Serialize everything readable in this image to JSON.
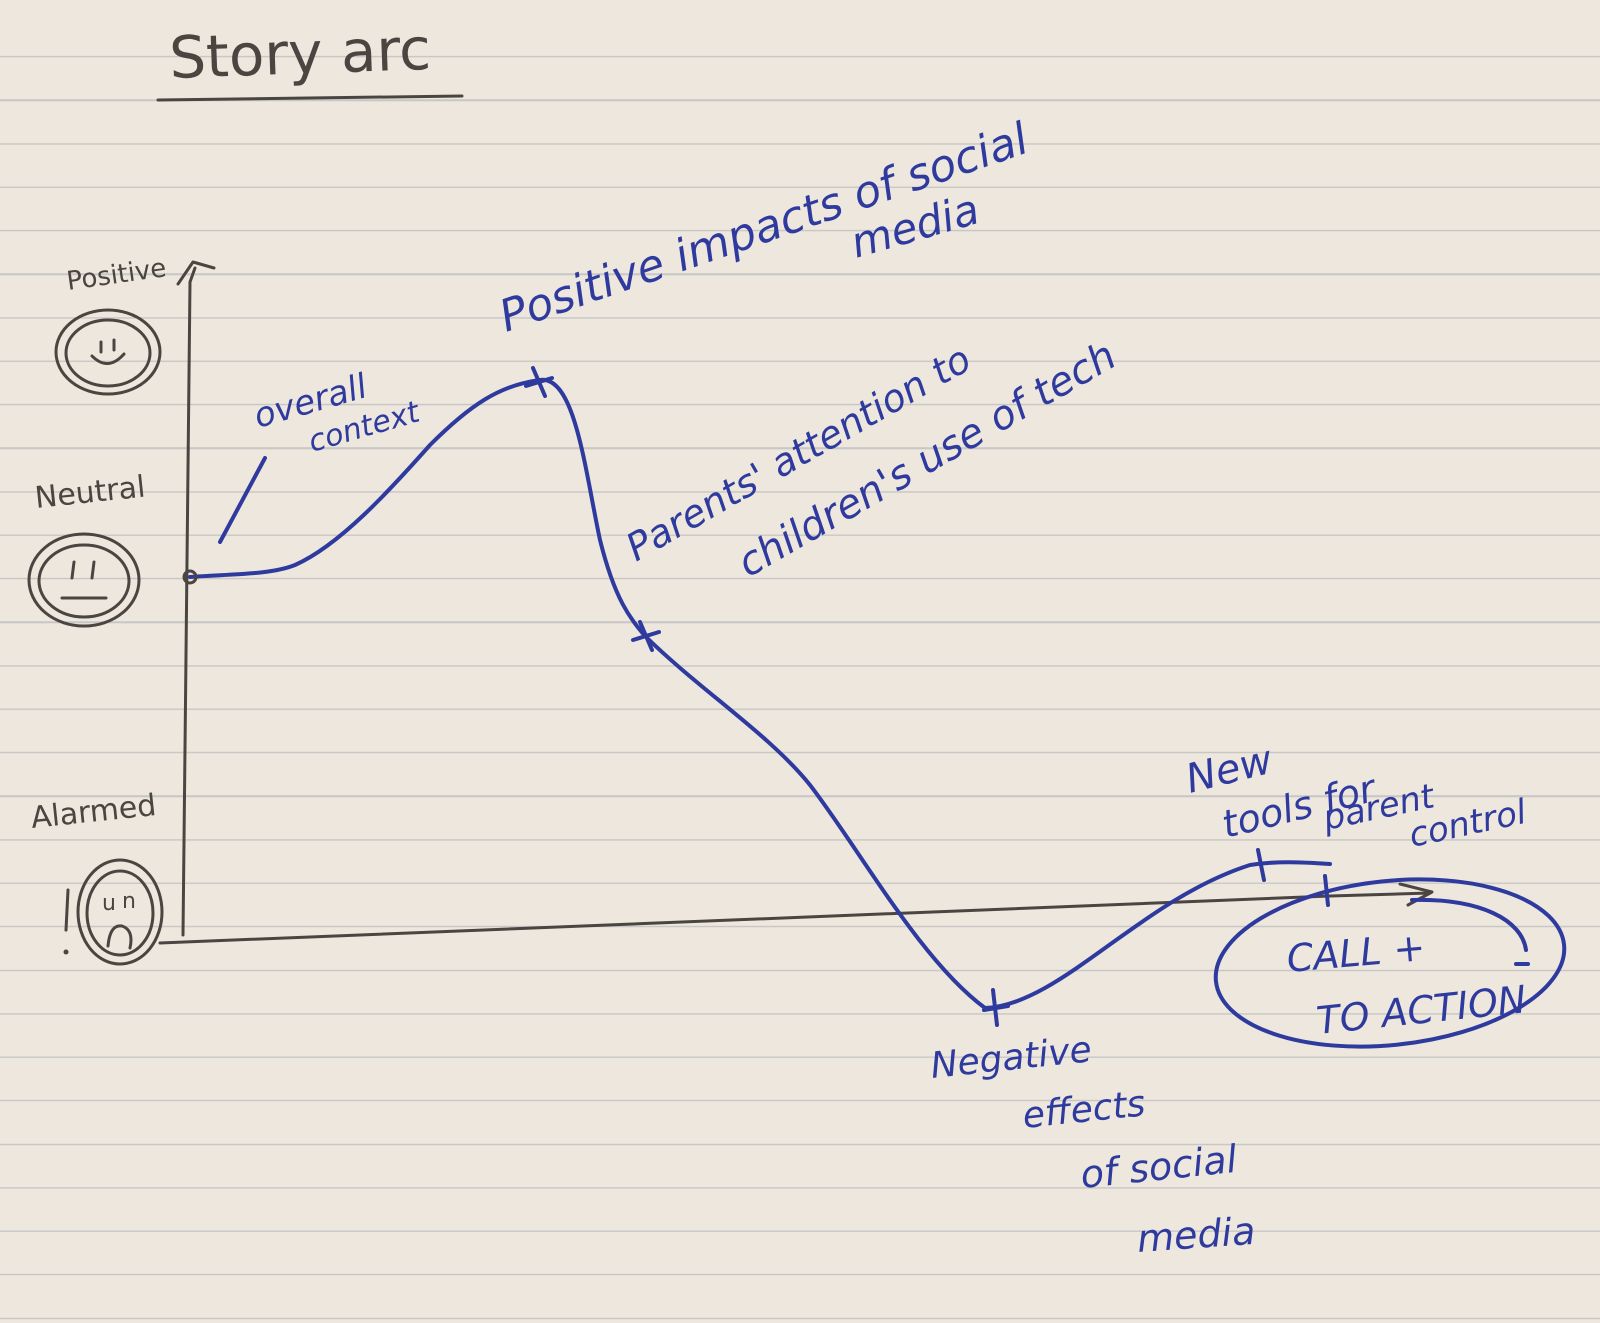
{
  "title": "Story arc",
  "axis_labels": {
    "positive": "Positive",
    "neutral": "Neutral",
    "alarmed": "Alarmed"
  },
  "annotations": {
    "overall_context_1": "overall",
    "overall_context_2": "context",
    "positive_impacts_1": "Positive impacts of social",
    "positive_impacts_2": "media",
    "parents_attention_1": "Parents' attention to",
    "parents_attention_2": "children's use of tech",
    "new_tools_1": "New",
    "new_tools_2": "tools for",
    "parent_control_1": "parent",
    "parent_control_2": "control",
    "negative_effects_1": "Negative",
    "negative_effects_2": "effects",
    "negative_effects_3": "of social",
    "negative_effects_4": "media",
    "call_to_action_1": "CALL +",
    "call_to_action_2": "TO ACTION"
  },
  "colors": {
    "paper": "#ede7dd",
    "pencil": "#4a4541",
    "ink": "#2f3a9e",
    "ruled_line": "#c9c7c6"
  }
}
